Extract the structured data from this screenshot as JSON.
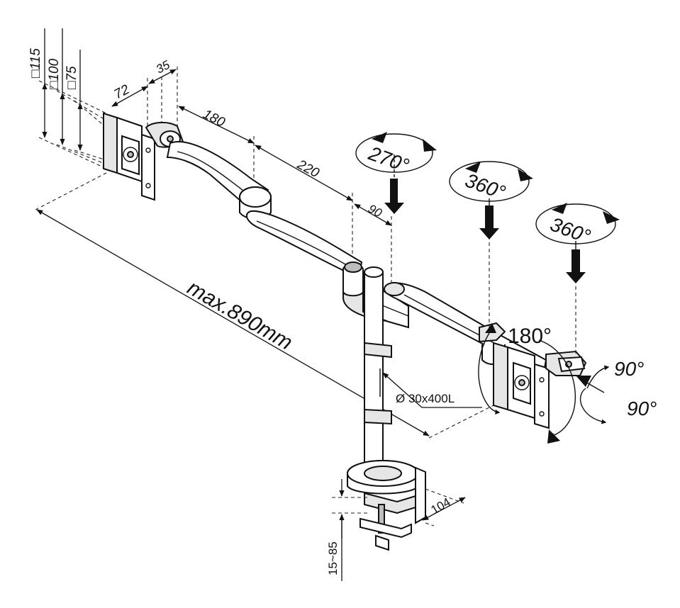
{
  "dimensions": {
    "vesa_115": "□115",
    "vesa_100": "□100",
    "vesa_75": "□75",
    "bracket_depth": "72",
    "plate_offset": "35",
    "arm_segment_1": "180",
    "arm_segment_2": "220",
    "arm_offset": "90",
    "total_reach": "max.890mm",
    "pole": "Ø 30x400L",
    "clamp_depth": "104",
    "desk_thickness": "15~85"
  },
  "rotations": {
    "left_rotation": "270°",
    "middle_rotation": "360°",
    "right_rotation": "360°",
    "screen_rotation": "180°",
    "tilt_up": "90°",
    "tilt_down": "90°"
  }
}
